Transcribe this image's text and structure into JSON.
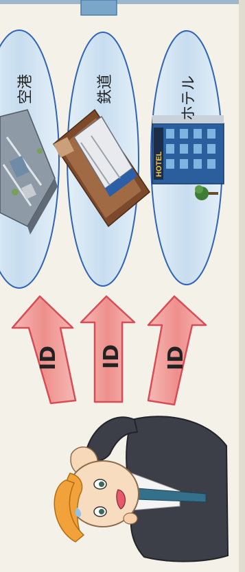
{
  "services": [
    {
      "label": "空港",
      "icon": "airport-icon"
    },
    {
      "label": "鉄道",
      "icon": "train-icon"
    },
    {
      "label": "ホテル",
      "icon": "hotel-icon"
    }
  ],
  "id_arrows": [
    {
      "label": "ID"
    },
    {
      "label": "ID"
    },
    {
      "label": "ID"
    }
  ],
  "hotel_sign": "HOTEL",
  "colors": {
    "ellipse_fill": "#cfe4f3",
    "ellipse_stroke": "#2f63b8",
    "arrow_fill": "#f09a98",
    "arrow_stroke": "#d84c55",
    "suit": "#3c3f48",
    "hair": "#f2a23a"
  }
}
